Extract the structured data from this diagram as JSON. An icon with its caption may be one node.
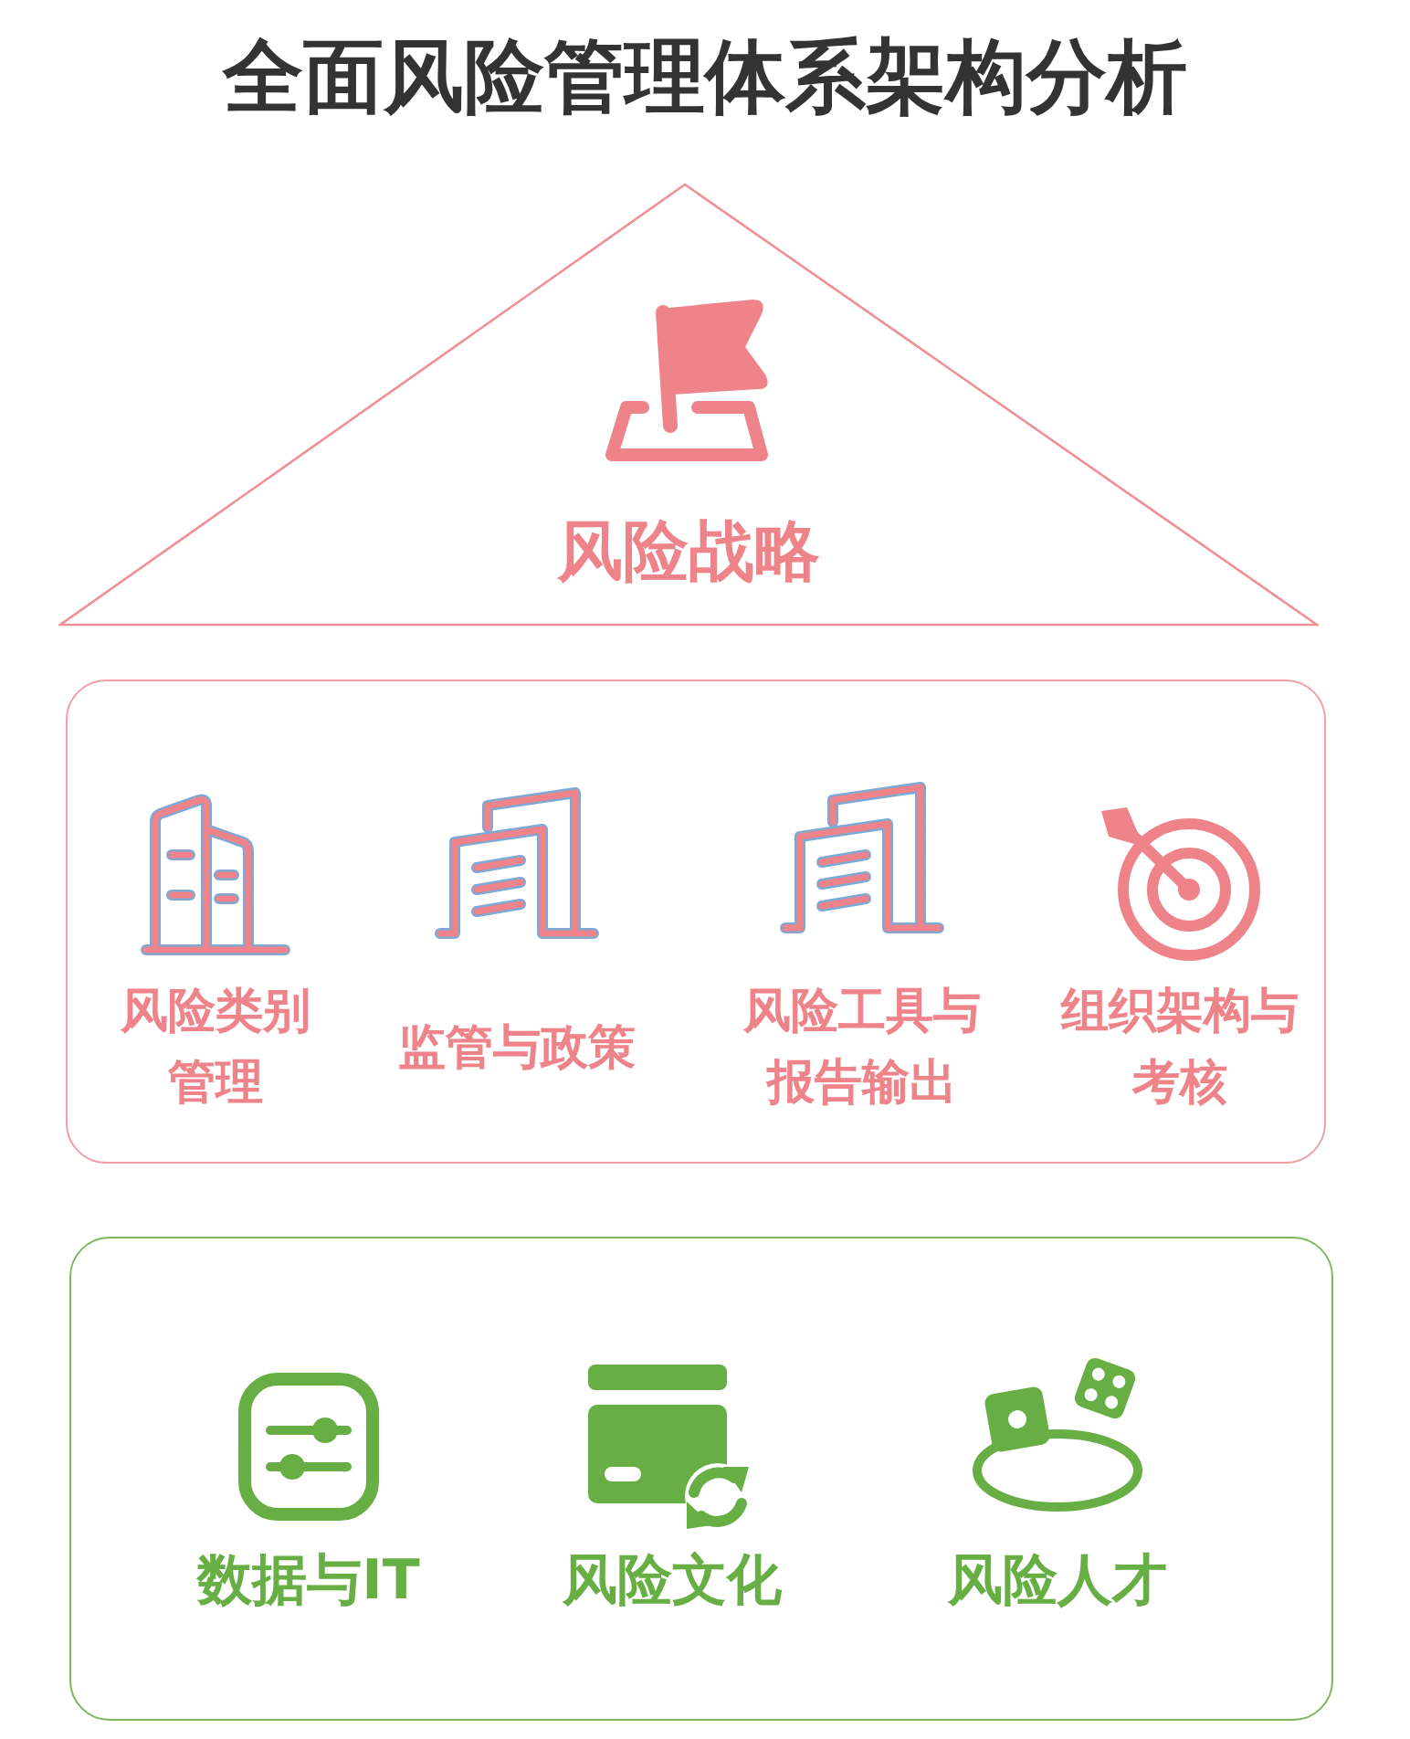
{
  "diagram": {
    "title": "全面风险管理体系架构分析",
    "nodes": [
      {
        "text": [
          "风险战略"
        ]
      },
      {
        "text": [],
        "shape": "box"
      },
      {
        "text": [
          "风险类别管理"
        ],
        "in": 1
      },
      {
        "text": [
          "监管与政策"
        ],
        "in": 1
      },
      {
        "text": [
          "风险工具与报告输出"
        ],
        "in": 1
      },
      {
        "text": [
          "组织架构与考核"
        ],
        "in": 1
      },
      {
        "text": [],
        "shape": "box"
      },
      {
        "text": [
          "数据与IT"
        ],
        "in": 6
      },
      {
        "text": [
          "风险文化"
        ],
        "in": 6
      },
      {
        "text": [
          "风险人才"
        ],
        "in": 6
      }
    ]
  }
}
